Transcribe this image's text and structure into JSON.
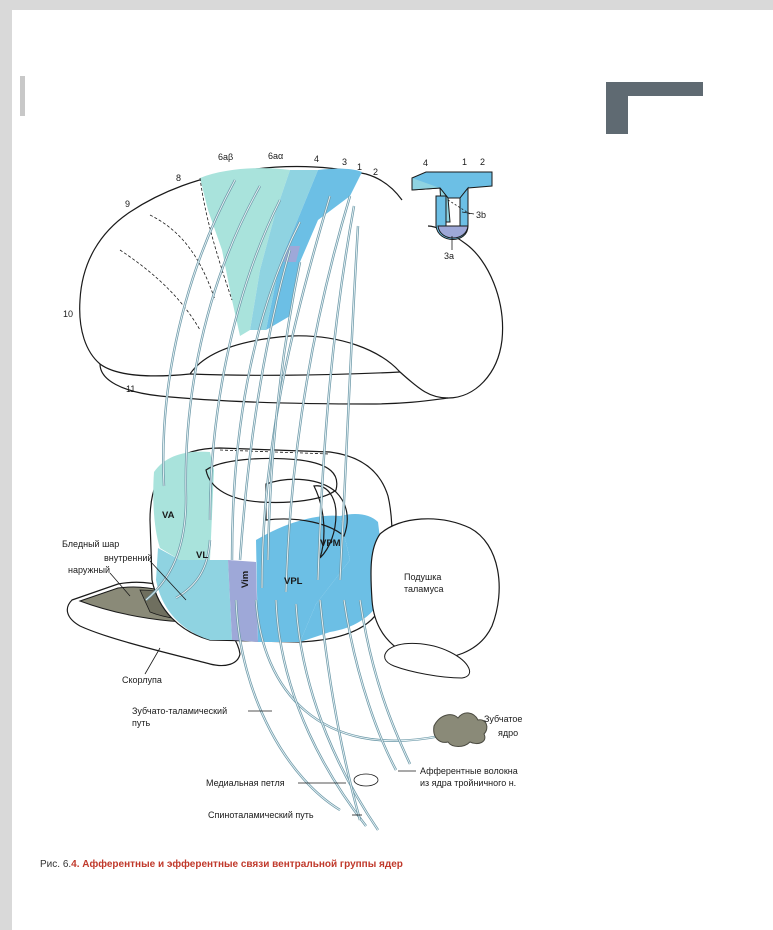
{
  "colors": {
    "light_cyan": "#a9e3dc",
    "mid_cyan": "#8fd3e1",
    "blue": "#6cbfe5",
    "violet": "#9ea8d8",
    "fiber": "#6d99a8",
    "olive": "#8a8a78",
    "caption_red": "#c0392b"
  },
  "cortex_labels": {
    "a8": "8",
    "a6b": "6aβ",
    "a6a": "6aα",
    "a4": "4",
    "a3": "3",
    "a1": "1",
    "a2": "2",
    "a9": "9",
    "a10": "10",
    "a11": "11"
  },
  "inset_labels": {
    "a4": "4",
    "a1": "1",
    "a2": "2",
    "a3b": "3b",
    "a3a": "3a"
  },
  "thalamus_labels": {
    "va": "VA",
    "vl": "VL",
    "vim": "Vim",
    "vpl": "VPL",
    "vpm": "VPM"
  },
  "structures": {
    "pallidum": "Бледный шар",
    "internal": "внутренний",
    "external": "наружный",
    "putamen": "Скорлупа",
    "pulvinar_1": "Подушка",
    "pulvinar_2": "таламуса",
    "dentatothalamic_1": "Зубчато-таламический",
    "dentatothalamic_2": "путь",
    "dentate_1": "Зубчатое",
    "dentate_2": "ядро",
    "medial_lemniscus": "Медиальная петля",
    "spinothalamic": "Спиноталамический путь",
    "trigeminal_1": "Афферентные волокна",
    "trigeminal_2": "из ядра тройничного н."
  },
  "caption": {
    "prefix": "Рис. 6.",
    "title": "4. Афферентные и эфферентные связи вентральной группы ядер"
  }
}
